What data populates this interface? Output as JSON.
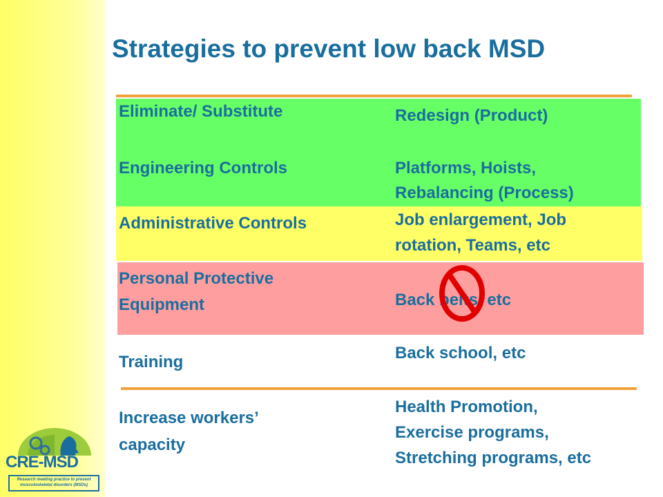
{
  "slide": {
    "title": "Strategies to prevent low back MSD",
    "rows": [
      {
        "left": "Eliminate/ Substitute",
        "right": "Redesign (Product)"
      },
      {
        "left": "Engineering Controls",
        "right_line1": "Platforms, Hoists,",
        "right_line2": "Rebalancing (Process)"
      },
      {
        "left": "Administrative Controls",
        "right_line1": "Job enlargement, Job",
        "right_line2": "rotation, Teams, etc"
      },
      {
        "left_line1": "Personal Protective",
        "left_line2": "Equipment",
        "right": "Back belts, etc"
      },
      {
        "left": "Training",
        "right": "Back school, etc"
      },
      {
        "left_line1": "Increase workers’",
        "left_line2": "capacity",
        "right_line1": "Health Promotion,",
        "right_line2": "Exercise programs,",
        "right_line3": "Stretching programs, etc"
      }
    ],
    "colors": {
      "title": "#1a6e9e",
      "rule": "#f0a23a",
      "green_band": "#66ff66",
      "yellow_band": "#ffff66",
      "pink_band": "#ff9e9e",
      "prohibition": "#e00000"
    },
    "prohibition_icon": "no-sign-icon"
  },
  "logo": {
    "name": "CRE-MSD",
    "tagline_line1": "Research meeting practice to prevent",
    "tagline_line2": "musculoskeletal disorders (MSDs)"
  }
}
